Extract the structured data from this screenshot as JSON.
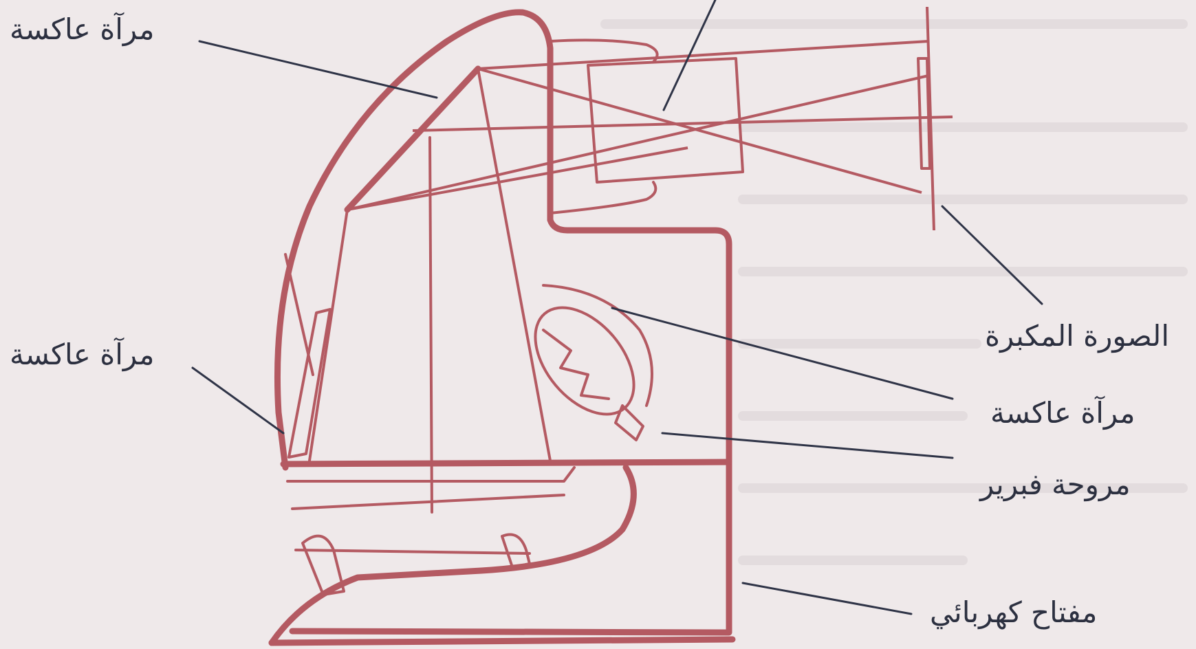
{
  "labels": {
    "mirror_top": "مرآة عاكسة",
    "mirror_left": "مرآة عاكسة",
    "enlarged_image": "الصورة المكبرة",
    "mirror_right": "مرآة عاكسة",
    "fresnel_fan": "مروحة فبرير",
    "electric_switch": "مفتاح كهربائي"
  },
  "colors": {
    "device_stroke": "#b45a62",
    "leader_lines": "#2f3447",
    "background": "#efe9ea"
  }
}
